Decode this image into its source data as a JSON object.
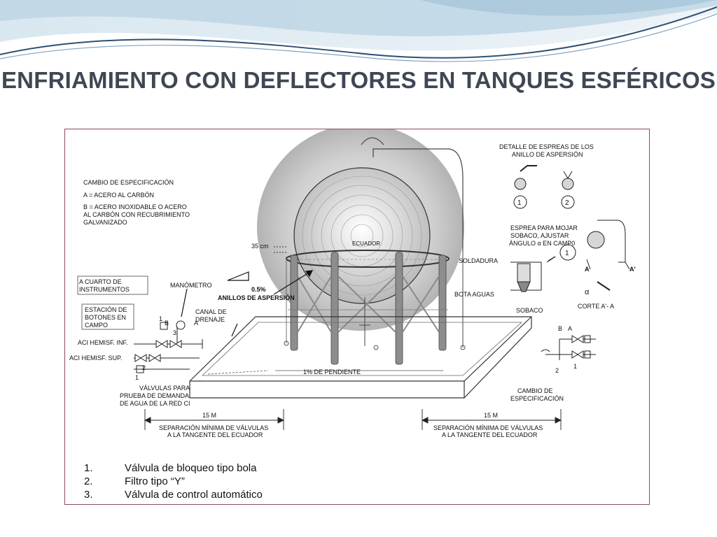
{
  "slide": {
    "title": "ENFRIAMIENTO CON DEFLECTORES EN TANQUES ESFÉRICOS"
  },
  "colors": {
    "title": "#3f4654",
    "frame": "#8d4a5c",
    "banner_dark": "#2f4f73",
    "banner_light": "#b9d3e3"
  },
  "diagram": {
    "spec_box": {
      "title": "CAMBIO DE ESPECIFICACIÓN",
      "line_a": "A = ACERO AL CARBÓN",
      "line_b1": "B = ACERO INOXIDABLE O ACERO",
      "line_b2": "AL CARBÓN CON RECUBRIMIENTO",
      "line_b3": "GALVANIZADO"
    },
    "instr_room1": "A CUARTO DE",
    "instr_room2": "INSTRUMENTOS",
    "station1": "ESTACIÓN DE",
    "station2": "BOTONES EN",
    "station3": "CAMPO",
    "manometer": "MANÓMETRO",
    "drain1": "CANAL DE",
    "drain2": "DRENAJE",
    "aci_inf": "ACI HEMISF. INF.",
    "aci_sup": "ACI HEMISF. SUP.",
    "valves1": "VÁLVULAS PARA",
    "valves2": "PRUEBA DE DEMANDA",
    "valves3": "DE AGUA DE LA RED CI",
    "slope_small": "0.5%",
    "rings": "ANILLOS DE ASPERSIÓN",
    "height": "35 cm",
    "equator": "ECUADOR",
    "slope_basin": "1% DE PENDIENTE",
    "dim_left": "15 M",
    "dim_right": "15 M",
    "sep_left1": "SEPARACIÓN MÍNIMA DE VÁLVULAS",
    "sep_left2": "A LA TANGENTE DEL ECUADOR",
    "sep_right1": "SEPARACIÓN MÍNIMA DE VÁLVULAS",
    "sep_right2": "A LA TANGENTE DEL ECUADOR",
    "nozzle_detail1": "DETALLE DE ESPREAS DE LOS",
    "nozzle_detail2": "ANILLO DE ASPERSIÓN",
    "nozzle_armpit1": "ESPREA PARA MOJAR",
    "nozzle_armpit2": "SOBACO, AJUSTAR",
    "nozzle_armpit3": "ÁNGULO α EN CAMP0",
    "weld": "SOLDADURA",
    "drip": "BOTA AGUAS",
    "armpit": "SOBACO",
    "section": "CORTE A'- A",
    "section_a": "A",
    "section_a_prime": "A'",
    "alpha": "α",
    "spec_change1": "CAMBIO DE",
    "spec_change2": "ESPECIFICACIÓN",
    "tag_1": "1",
    "tag_2": "2",
    "tag_3": "3",
    "tag_a": "A",
    "tag_b": "B"
  },
  "legend": [
    {
      "num": "1.",
      "text": "Válvula de bloqueo tipo bola"
    },
    {
      "num": "2.",
      "text": "Filtro tipo “Y”"
    },
    {
      "num": "3.",
      "text": "Válvula de control automático"
    }
  ]
}
